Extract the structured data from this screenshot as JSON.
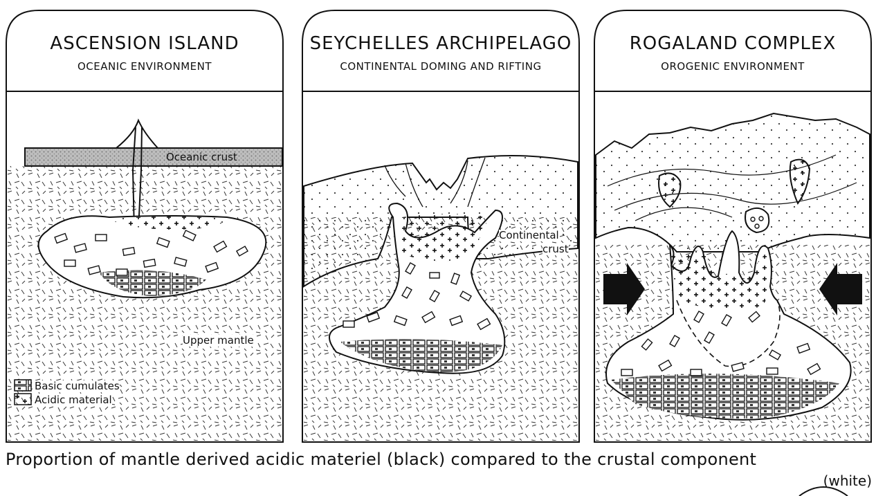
{
  "panels": [
    {
      "title": "ASCENSION ISLAND",
      "subtitle": "OCEANIC ENVIRONMENT",
      "labels": {
        "crust": "Oceanic crust",
        "mantle": "Upper mantle"
      },
      "legend": {
        "basic": "Basic cumulates",
        "acidic": "Acidic material"
      }
    },
    {
      "title": "SEYCHELLES ARCHIPELAGO",
      "subtitle": "CONTINENTAL DOMING AND RIFTING",
      "labels": {
        "crust_line1": "Continental",
        "crust_line2": "crust"
      }
    },
    {
      "title": "ROGALAND COMPLEX",
      "subtitle": "OROGENIC ENVIRONMENT"
    }
  ],
  "caption": "Proportion of mantle derived acidic materiel (black) compared to the crustal component",
  "caption_cont": "(white)",
  "colors": {
    "ink": "#111111",
    "paper": "#ffffff",
    "crust_fill": "#c8c8c8"
  }
}
